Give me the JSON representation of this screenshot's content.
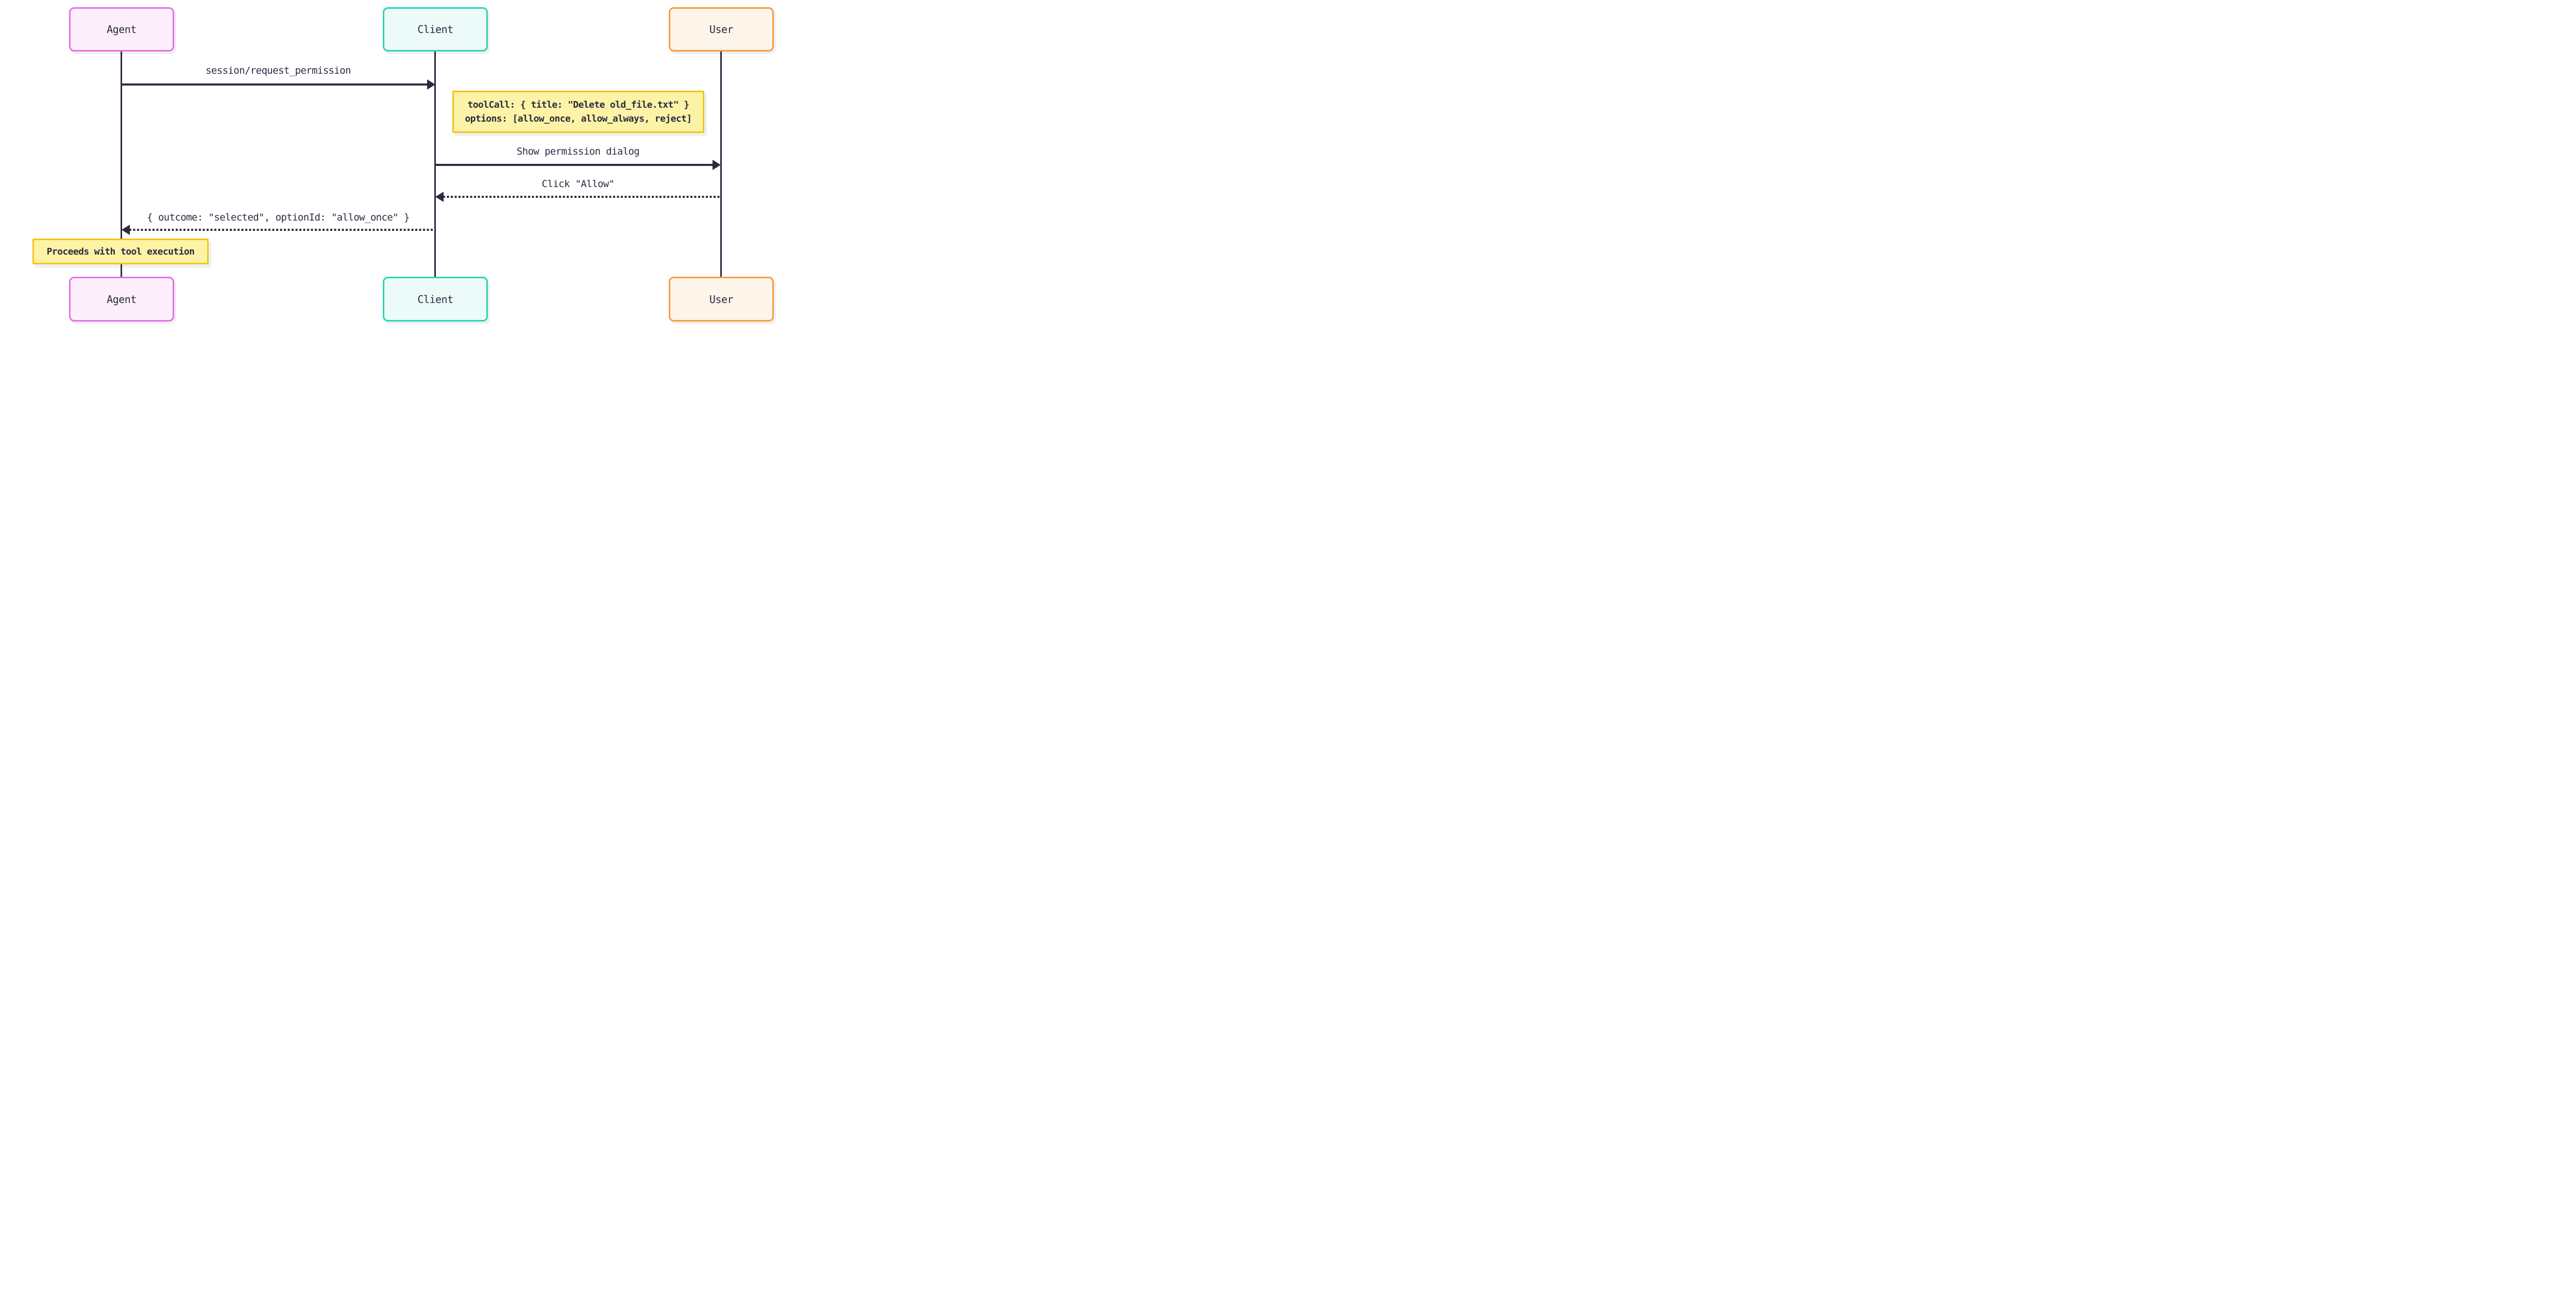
{
  "diagram_type": "sequence-diagram",
  "actors": [
    {
      "id": "agent",
      "label": "Agent",
      "border_color": "#e86ee8",
      "fill_color": "#fdf0fc"
    },
    {
      "id": "client",
      "label": "Client",
      "border_color": "#2bd5b4",
      "fill_color": "#ecfbf7"
    },
    {
      "id": "user",
      "label": "User",
      "border_color": "#f89b40",
      "fill_color": "#fdf4ea"
    }
  ],
  "messages": [
    {
      "from": "Agent",
      "to": "Client",
      "label": "session/request_permission",
      "line_style": "solid"
    },
    {
      "from": "Client",
      "to": "User",
      "label": "Show permission dialog",
      "line_style": "solid"
    },
    {
      "from": "User",
      "to": "Client",
      "label": "Click \"Allow\"",
      "line_style": "dashed"
    },
    {
      "from": "Client",
      "to": "Agent",
      "label": "{ outcome: \"selected\", optionId: \"allow_once\" }",
      "line_style": "dashed"
    }
  ],
  "notes": [
    {
      "position": "between Client and User",
      "line1": "toolCall: { title: \"Delete old_file.txt\" }",
      "line2": "options: [allow_once, allow_always, reject]"
    },
    {
      "position": "over Agent",
      "line1": "Proceeds with tool execution"
    }
  ],
  "colors": {
    "background": "#ffffff",
    "line": "#2b2a40",
    "text": "#2b2a40",
    "note_fill": "#fcf3a6",
    "note_border": "#f2c41a"
  }
}
